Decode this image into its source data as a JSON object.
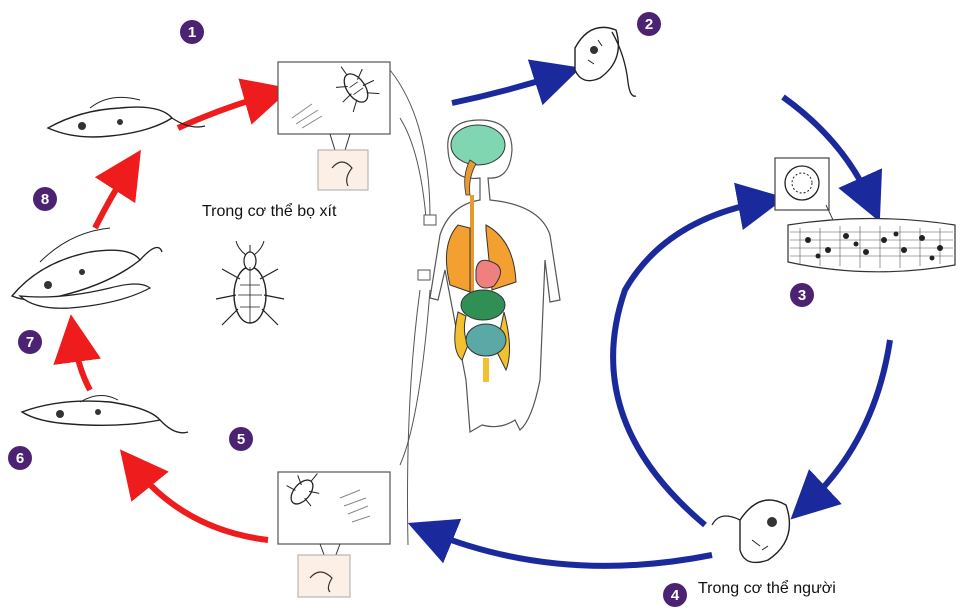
{
  "labels": {
    "bug_host": "Trong cơ thể bọ xít",
    "human_host": "Trong cơ thể người"
  },
  "steps": [
    "1",
    "2",
    "3",
    "4",
    "5",
    "6",
    "7",
    "8"
  ],
  "colors": {
    "human_cycle_arrow": "#1a2a9c",
    "bug_cycle_arrow": "#ee1c1c",
    "step_badge": "#4b2372",
    "brain": "#7fd6b0",
    "lungs": "#f3a030",
    "heart": "#f08080",
    "stomach": "#2f8f55",
    "intestines": "#f3c030",
    "small_intestine": "#5aa9a6",
    "esophagus": "#e89a30"
  },
  "icons": [
    "kissing-bug-icon",
    "trypanosome-icon",
    "infected-cell-icon",
    "human-body-icon"
  ]
}
